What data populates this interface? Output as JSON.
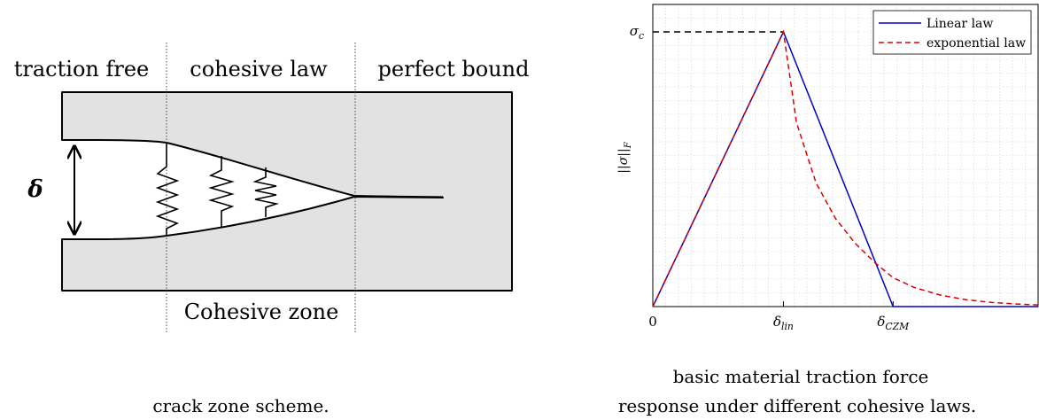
{
  "crack_diagram": {
    "region_labels": [
      "traction free",
      "cohesive law",
      "perfect bound"
    ],
    "opening_symbol": "δ",
    "zone_label": "Cohesive zone",
    "caption": "crack zone scheme."
  },
  "chart_data": {
    "type": "line",
    "xlabel": "",
    "ylabel": "||σ||_F",
    "x_ticks": [
      "0",
      "δ_lin",
      "δ_CZM"
    ],
    "y_ticks": [
      "σ_c"
    ],
    "x_tick_values": [
      0,
      1,
      1.84
    ],
    "xlim": [
      0,
      2.95
    ],
    "ylim": [
      0,
      1.1
    ],
    "grid": true,
    "legend_position": "top-right",
    "peak": {
      "x": 1,
      "y": 1
    },
    "series": [
      {
        "name": "Linear law",
        "color": "#0000cc",
        "style": "solid",
        "x": [
          0,
          1,
          1.84,
          2.95
        ],
        "y": [
          0,
          1,
          0,
          0
        ]
      },
      {
        "name": "exponential law",
        "color": "#dd0000",
        "style": "dashed",
        "x": [
          0,
          0.25,
          0.5,
          0.75,
          1,
          1.1,
          1.25,
          1.4,
          1.55,
          1.7,
          1.84,
          2.0,
          2.2,
          2.4,
          2.6,
          2.8,
          2.95
        ],
        "y": [
          0,
          0.25,
          0.5,
          0.75,
          1,
          0.67,
          0.45,
          0.32,
          0.23,
          0.16,
          0.105,
          0.07,
          0.042,
          0.025,
          0.015,
          0.009,
          0.006
        ]
      }
    ],
    "caption_lines": [
      "basic material traction force",
      "response under different cohesive laws."
    ]
  }
}
